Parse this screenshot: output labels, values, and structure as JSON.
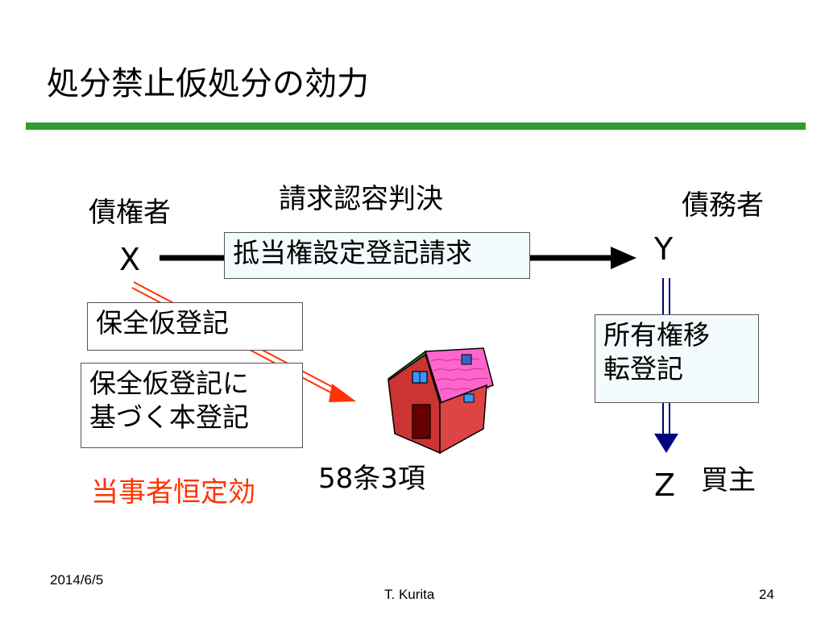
{
  "title": "処分禁止仮処分の効力",
  "labels": {
    "creditor": "債権者",
    "debtor": "債務者",
    "party_x": "X",
    "party_y": "Y",
    "party_z": "Z",
    "buyer": "買主",
    "judgment": "請求認容判決",
    "article": "58条3項",
    "effect": "当事者恒定効"
  },
  "boxes": {
    "claim": "抵当権設定登記請求",
    "provisional": "保全仮登記",
    "main_reg_line1": "保全仮登記に",
    "main_reg_line2": "基づく本登記",
    "transfer_line1": "所有権移",
    "transfer_line2": "転登記"
  },
  "footer": {
    "date": "2014/6/5",
    "author": "T. Kurita",
    "page": "24"
  },
  "colors": {
    "title_rule": "#339933",
    "effect_text": "#ff3300",
    "arrow_red": "#ff3300",
    "arrow_blue": "#000080",
    "house_roof": "#ff66cc",
    "house_wall": "#cc3333"
  }
}
